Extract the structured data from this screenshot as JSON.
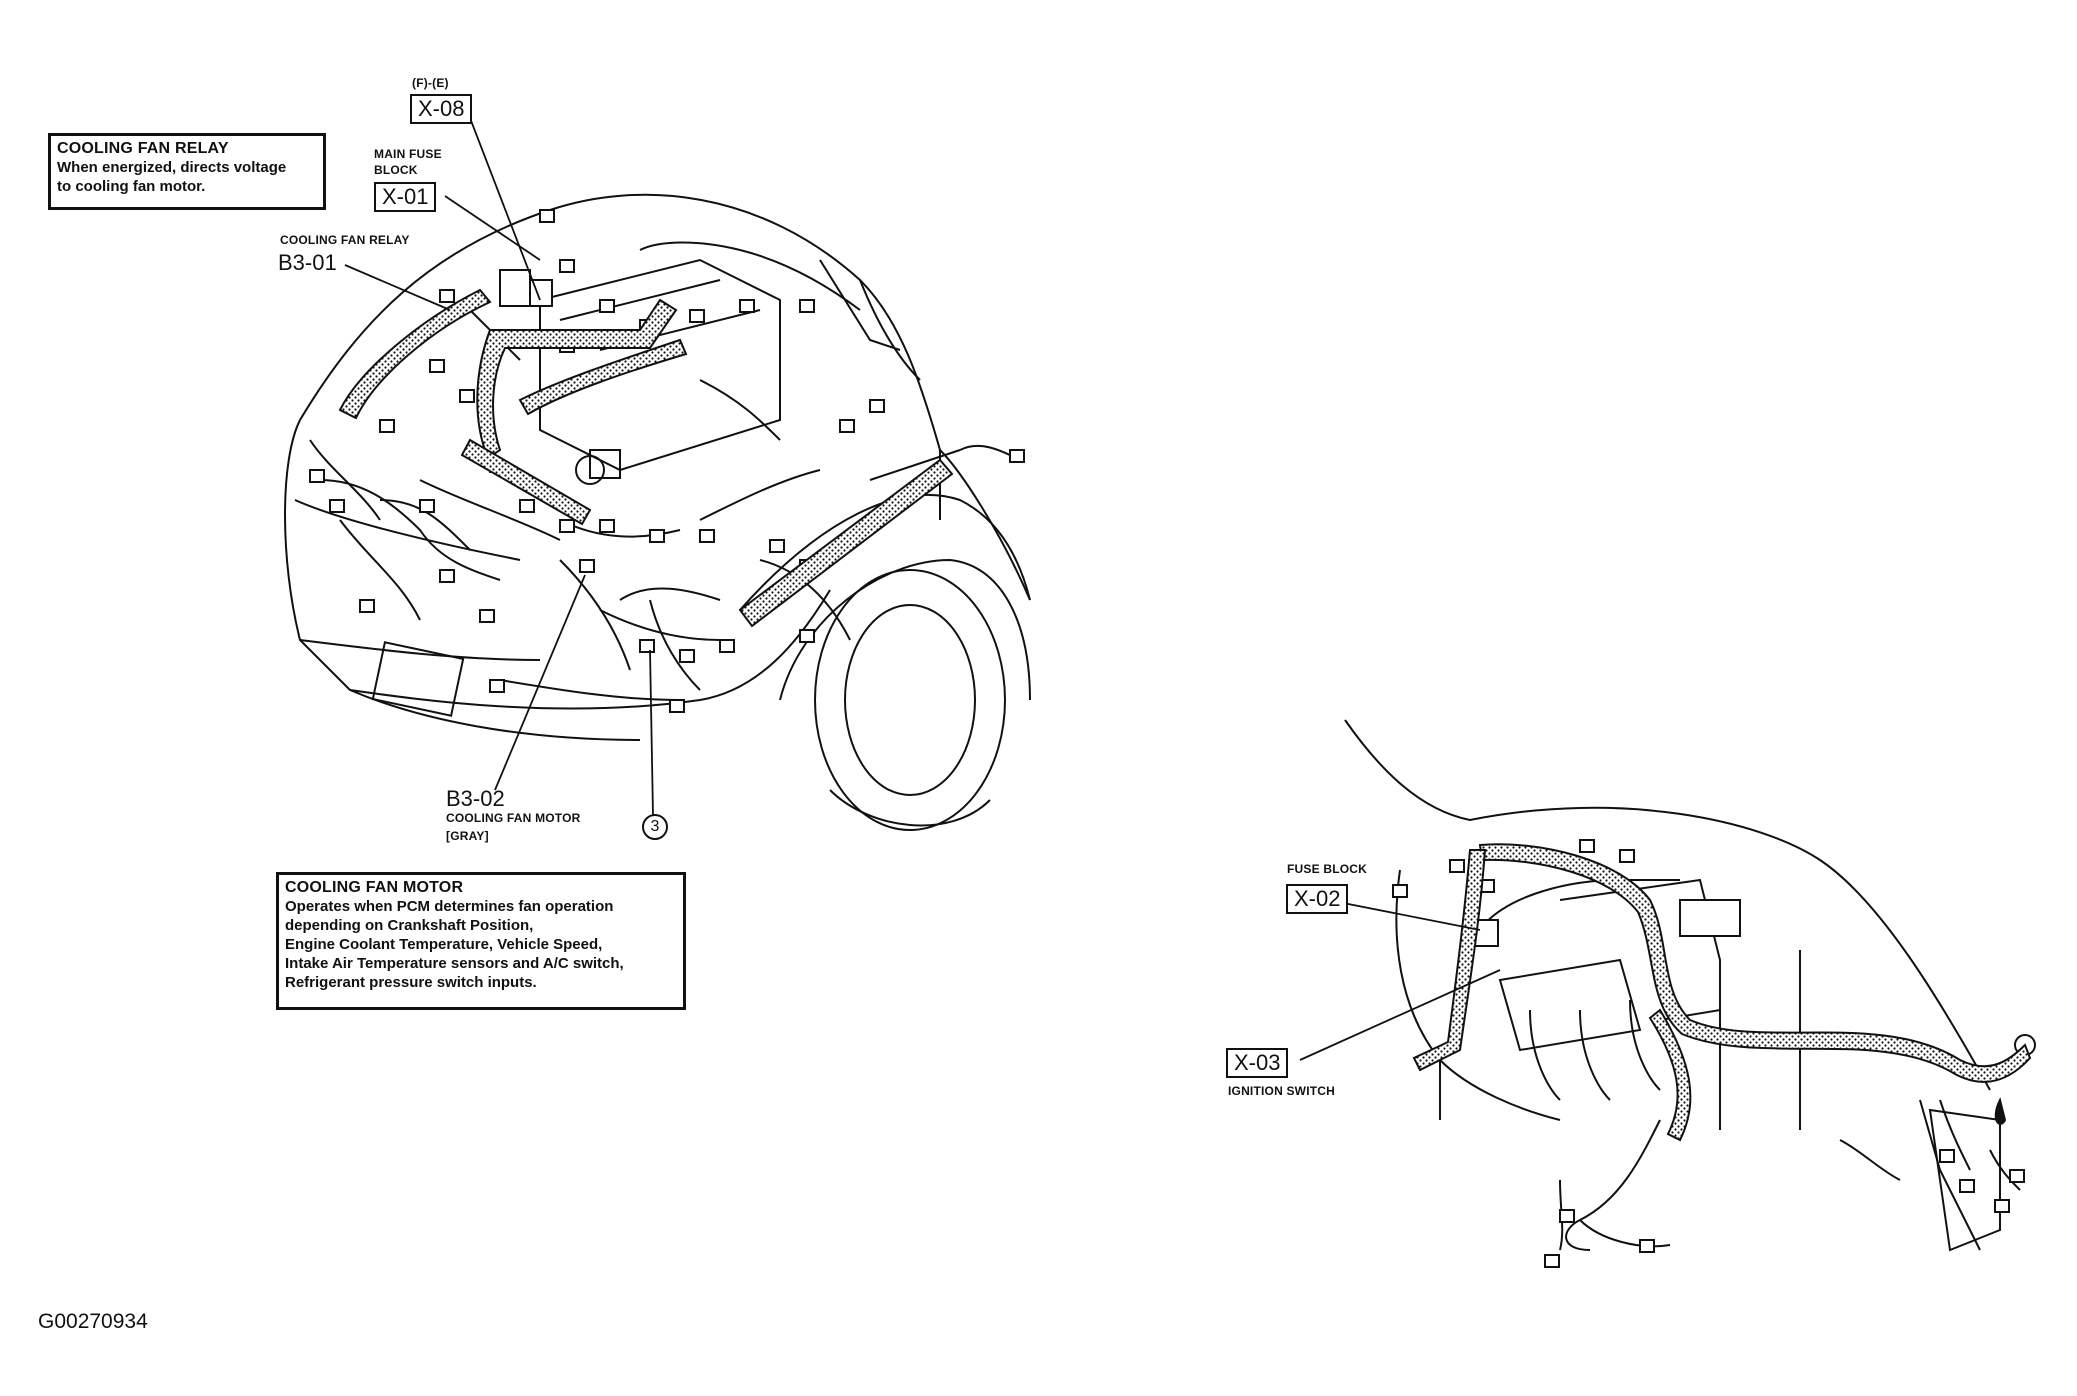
{
  "callouts": {
    "relay_box": {
      "title": "COOLING FAN RELAY",
      "lines": [
        "When energized, directs voltage",
        "to cooling fan motor."
      ]
    },
    "motor_box": {
      "title": "COOLING FAN MOTOR",
      "lines": [
        "Operates when PCM determines fan operation",
        "depending on Crankshaft Position,",
        "Engine Coolant Temperature, Vehicle Speed,",
        "Intake Air Temperature sensors and A/C switch,",
        "Refrigerant pressure switch inputs."
      ]
    }
  },
  "labels": {
    "fe": "(F)-(E)",
    "x08": "X-08",
    "main_fuse_1": "MAIN FUSE",
    "main_fuse_2": "BLOCK",
    "x01": "X-01",
    "relay_label": "COOLING FAN RELAY",
    "b301": "B3-01",
    "b302": "B3-02",
    "motor_label": "COOLING FAN MOTOR",
    "gray": "[GRAY]",
    "ground": "3",
    "fuse_block": "FUSE BLOCK",
    "x02": "X-02",
    "x03": "X-03",
    "ignition": "IGNITION SWITCH",
    "figure_id": "G00270934"
  }
}
